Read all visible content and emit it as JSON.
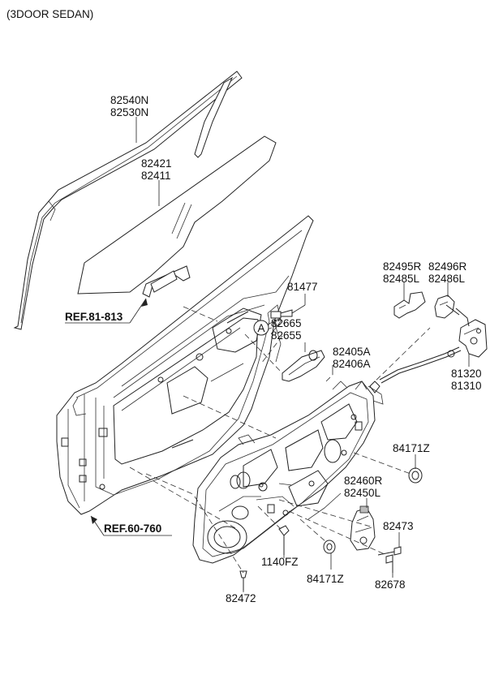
{
  "header": {
    "title": "(3DOOR SEDAN)"
  },
  "callouts": {
    "weatherstrip": [
      "82540N",
      "82530N"
    ],
    "glass": [
      "82421",
      "82411"
    ],
    "ref_glass": "REF.81-813",
    "bolt_81477": "81477",
    "handle_inner": [
      "82665",
      "82655"
    ],
    "point_a": "A",
    "trim_panel": [
      "82405A",
      "82406A"
    ],
    "bracket_r": [
      "82495R",
      "82485L"
    ],
    "bracket_l": [
      "82496R",
      "82486L"
    ],
    "latch": [
      "81320",
      "81310"
    ],
    "plug_upper": "84171Z",
    "regulator": [
      "82460R",
      "82450L"
    ],
    "screw_82473": "82473",
    "ref_body": "REF.60-760",
    "bolt_1140fz": "1140FZ",
    "plug_lower": "84171Z",
    "screw_82678": "82678",
    "screw_82472": "82472"
  }
}
